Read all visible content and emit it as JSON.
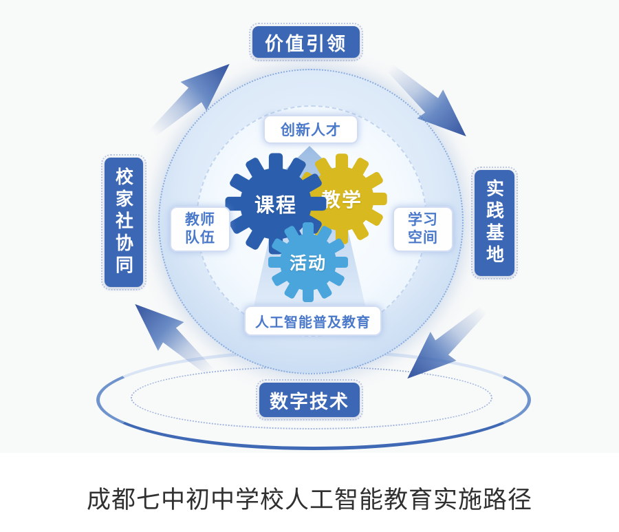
{
  "diagram": {
    "outer": {
      "top": "价值引领",
      "left": "校家社协同",
      "right": "实践基地",
      "bottom": "数字技术"
    },
    "inner": {
      "top": "创新人才",
      "left": {
        "line1": "教师",
        "line2": "队伍"
      },
      "right": {
        "line1": "学习",
        "line2": "空间"
      },
      "bottom": "人工智能普及教育"
    },
    "gears": {
      "curriculum": {
        "label": "课程",
        "color": "#2b5fae"
      },
      "teaching": {
        "label": "教学",
        "color": "#d8b91f"
      },
      "activity": {
        "label": "活动",
        "color": "#49a5db"
      }
    },
    "colors": {
      "pill_background": "#3c67b5",
      "rotation_arrow": "#3a66b3",
      "ring_fill": "#c7daf2",
      "chip_text": "#4b79ca",
      "caption_text": "#303030"
    },
    "icons": {
      "rotation_arrows": "clockwise-cycle-arrows",
      "gear": "gear-cog-shape",
      "growth_arrow": "upward-arrow"
    }
  },
  "caption": "成都七中初中学校人工智能教育实施路径"
}
